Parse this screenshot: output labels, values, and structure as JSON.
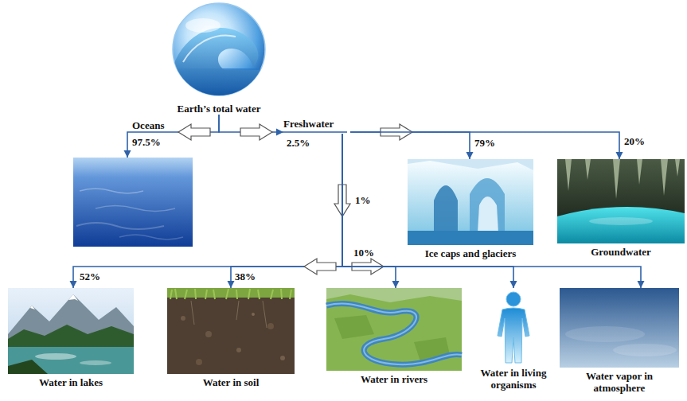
{
  "diagram": {
    "nodes": [
      {
        "text": [
          "Earth’s total water"
        ]
      },
      {
        "text": [
          "Oceans"
        ]
      },
      {
        "text": [
          "Freshwater"
        ]
      },
      {
        "text": [
          "Ice caps and glaciers"
        ]
      },
      {
        "text": [
          "Groundwater"
        ]
      },
      {
        "text": [
          "Water in lakes"
        ]
      },
      {
        "text": [
          "Water in soil"
        ]
      },
      {
        "text": [
          "Water in rivers"
        ]
      },
      {
        "text": [
          "Water in living organisms"
        ]
      },
      {
        "text": [
          "Water vapor in atmosphere"
        ]
      }
    ],
    "edges": [
      {
        "from": 0,
        "to": 1,
        "label": "97.5%",
        "arrow": "to"
      },
      {
        "from": 0,
        "to": 2,
        "label": "2.5%",
        "arrow": "to"
      },
      {
        "from": 2,
        "to": 3,
        "label": "79%",
        "arrow": "to"
      },
      {
        "from": 2,
        "to": 4,
        "label": "20%",
        "arrow": "to"
      },
      {
        "from": 2,
        "to": 5,
        "label": "52%",
        "arrow": "to"
      },
      {
        "from": 2,
        "to": 6,
        "label": "38%",
        "arrow": "to"
      },
      {
        "from": 2,
        "to": 7,
        "arrow": "to"
      },
      {
        "from": 2,
        "to": 8,
        "arrow": "to"
      },
      {
        "from": 2,
        "to": 9,
        "arrow": "to"
      }
    ],
    "labels": [
      "1%",
      "10%"
    ]
  }
}
